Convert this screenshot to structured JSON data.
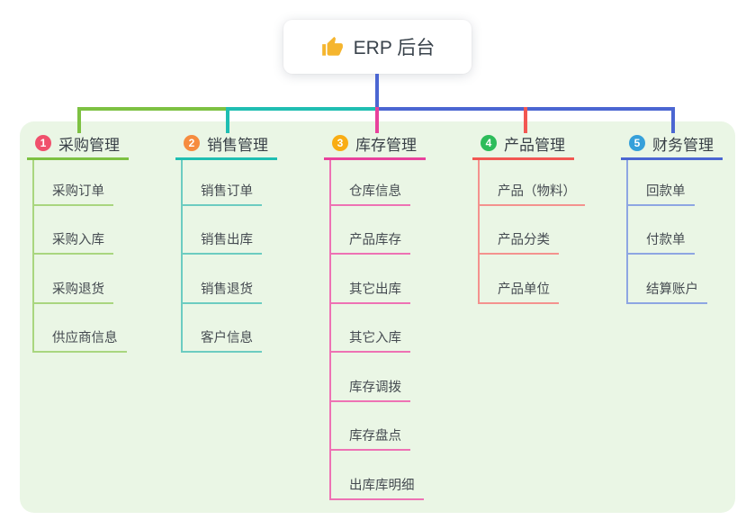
{
  "root": {
    "title": "ERP 后台",
    "icon": "thumbs-up",
    "icon_color": "#f5b52e",
    "accent": "#4b66d2"
  },
  "panel_color": "#eaf6e5",
  "branches": [
    {
      "index": "1",
      "label": "采购管理",
      "colors": {
        "badge": "#f0506c",
        "line": "#7dc142",
        "child_line": "#a9d67f"
      },
      "children": [
        "采购订单",
        "采购入库",
        "采购退货",
        "供应商信息"
      ]
    },
    {
      "index": "2",
      "label": "销售管理",
      "colors": {
        "badge": "#f68c3f",
        "line": "#1fbeb2",
        "child_line": "#6cccc1"
      },
      "children": [
        "销售订单",
        "销售出库",
        "销售退货",
        "客户信息"
      ]
    },
    {
      "index": "3",
      "label": "库存管理",
      "colors": {
        "badge": "#f9ad14",
        "line": "#e8419c",
        "child_line": "#ee72b4"
      },
      "children": [
        "仓库信息",
        "产品库存",
        "其它出库",
        "其它入库",
        "库存调拨",
        "库存盘点",
        "出库库明细"
      ]
    },
    {
      "index": "4",
      "label": "产品管理",
      "colors": {
        "badge": "#2dbc5a",
        "line": "#f25752",
        "child_line": "#f4928e"
      },
      "children": [
        "产品（物料）",
        "产品分类",
        "产品单位"
      ]
    },
    {
      "index": "5",
      "label": "财务管理",
      "colors": {
        "badge": "#36a0da",
        "line": "#4b66d2",
        "child_line": "#8ea6e2"
      },
      "children": [
        "回款单",
        "付款单",
        "结算账户"
      ]
    }
  ]
}
